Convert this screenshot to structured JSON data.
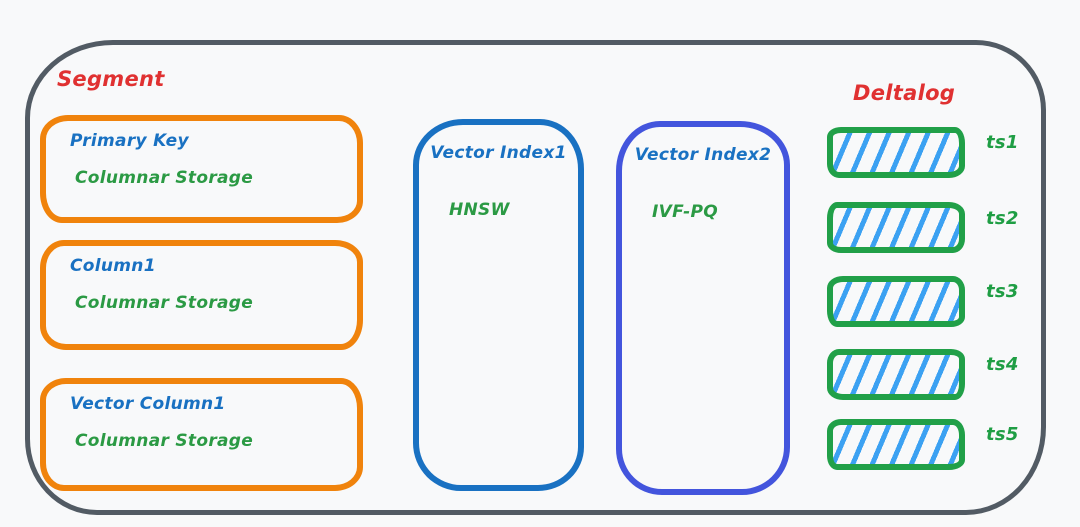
{
  "colors": {
    "background": "#f8f9fa",
    "segment_border_gray": "#525b64",
    "label_red": "#e03131",
    "field_title_blue": "#1971c2",
    "storage_green": "#2b9a44",
    "column_box_orange": "#f0830c",
    "index1_border_blue": "#1971c2",
    "index2_border_indigo": "#4355dd",
    "deltalog_box_green": "#21a048",
    "hatch_blue": "#3ba1f2"
  },
  "segment": {
    "label": "Segment",
    "columns": [
      {
        "title": "Primary Key",
        "subtitle": "Columnar Storage"
      },
      {
        "title": "Column1",
        "subtitle": "Columnar Storage"
      },
      {
        "title": "Vector Column1",
        "subtitle": "Columnar Storage"
      }
    ],
    "indexes": [
      {
        "title": "Vector Index1",
        "algorithm": "HNSW"
      },
      {
        "title": "Vector Index2",
        "algorithm": "IVF-PQ"
      }
    ]
  },
  "deltalog": {
    "label": "Deltalog",
    "entries": [
      {
        "label": "ts1"
      },
      {
        "label": "ts2"
      },
      {
        "label": "ts3"
      },
      {
        "label": "ts4"
      },
      {
        "label": "ts5"
      }
    ]
  }
}
